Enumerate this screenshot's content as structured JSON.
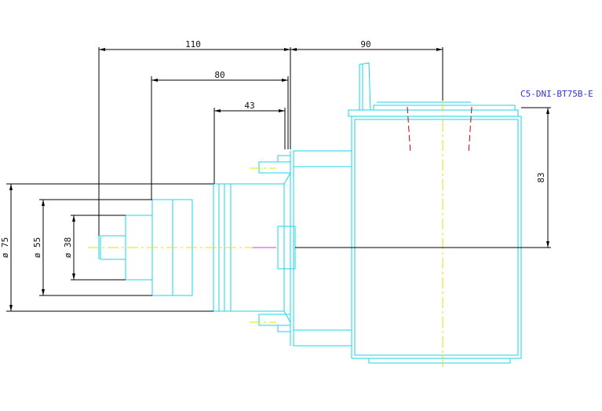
{
  "dimensions": {
    "d110": "110",
    "d90": "90",
    "d80": "80",
    "d43": "43",
    "d83": "83",
    "dia75": "ø 75",
    "dia55": "ø 55",
    "dia38": "ø 38"
  },
  "part_label": "C5-DNI-BT75B-E",
  "colors": {
    "outline": "#19d6e6",
    "dimension": "#000000",
    "centerline": "#e6e600",
    "hidden": "#cc0000",
    "accent": "#dd33dd",
    "label": "#3333cc",
    "background": "#ffffff"
  }
}
